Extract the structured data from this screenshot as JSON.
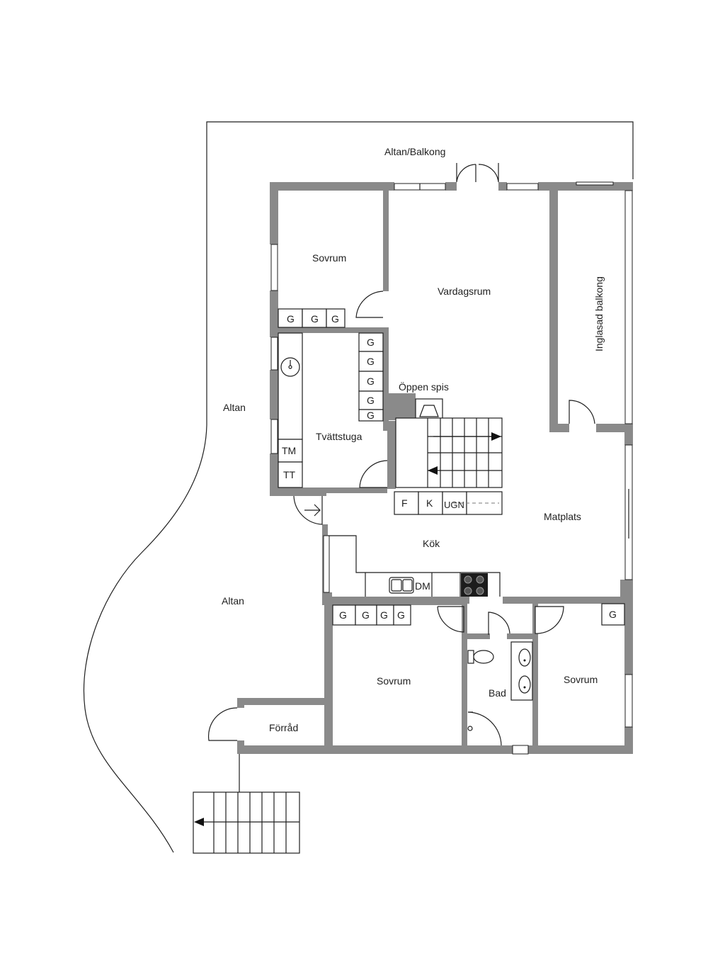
{
  "rooms": {
    "altan_balkong": "Altan/Balkong",
    "sovrum_top": "Sovrum",
    "vardagsrum": "Vardagsrum",
    "inglasad_balkong": "Inglasad balkong",
    "oppen_spis": "Öppen spis",
    "altan_upper": "Altan",
    "tvattstuga": "Tvättstuga",
    "matplats": "Matplats",
    "kok": "Kök",
    "altan_lower": "Altan",
    "sovrum_mid": "Sovrum",
    "bad": "Bad",
    "sovrum_right": "Sovrum",
    "forrad": "Förråd"
  },
  "fixtures": {
    "wardrobe": "G",
    "tm": "TM",
    "tt": "TT",
    "fridge": "F",
    "freezer": "K",
    "oven": "UGN",
    "dishwasher": "DM"
  },
  "colors": {
    "wall": "#8a8a8a",
    "line": "#1f1f1f",
    "background": "#ffffff"
  }
}
